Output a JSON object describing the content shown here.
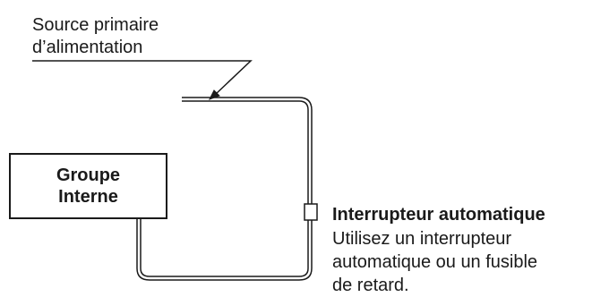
{
  "source": {
    "line1": "Source primaire",
    "line2": "d’alimentation"
  },
  "unit": {
    "line1": "Groupe",
    "line2": "Interne"
  },
  "breaker": {
    "title": "Interrupteur automatique",
    "line1": "Utilisez un interrupteur",
    "line2": "automatique ou un fusible",
    "line3": "de retard."
  }
}
